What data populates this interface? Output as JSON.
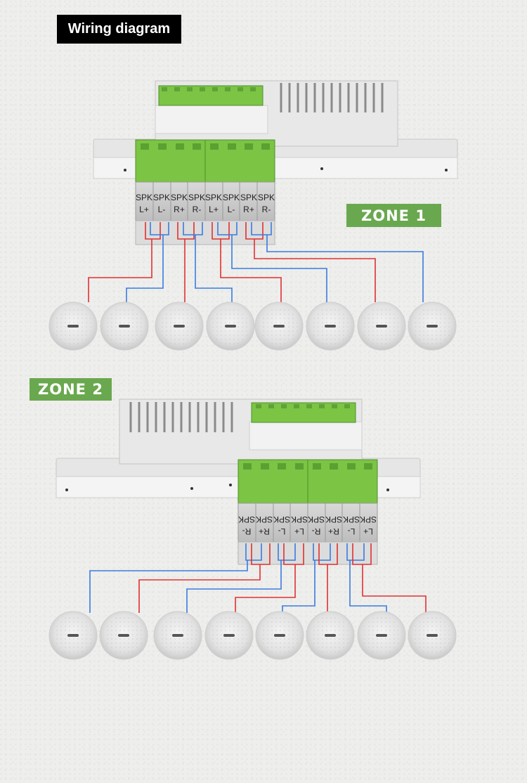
{
  "title": "Wiring diagram",
  "zones": {
    "zone1": {
      "label": "ZONE 1",
      "terminals": [
        {
          "top": "SPK",
          "bottom": "L+"
        },
        {
          "top": "SPK",
          "bottom": "L-"
        },
        {
          "top": "SPK",
          "bottom": "R+"
        },
        {
          "top": "SPK",
          "bottom": "R-"
        },
        {
          "top": "SPK",
          "bottom": "L+"
        },
        {
          "top": "SPK",
          "bottom": "L-"
        },
        {
          "top": "SPK",
          "bottom": "R+"
        },
        {
          "top": "SPK",
          "bottom": "R-"
        }
      ]
    },
    "zone2": {
      "label": "ZONE 2",
      "terminals": [
        {
          "top": "SPK",
          "bottom": "R-"
        },
        {
          "top": "SPK",
          "bottom": "R+"
        },
        {
          "top": "SPK",
          "bottom": "L-"
        },
        {
          "top": "SPK",
          "bottom": "L+"
        },
        {
          "top": "SPK",
          "bottom": "R-"
        },
        {
          "top": "SPK",
          "bottom": "R+"
        },
        {
          "top": "SPK",
          "bottom": "L-"
        },
        {
          "top": "SPK",
          "bottom": "L+"
        }
      ]
    }
  },
  "colors": {
    "positive_wire": "#e03030",
    "negative_wire": "#3a7be0",
    "zone_badge": "#6aa84f",
    "connector": "#7cc444"
  }
}
